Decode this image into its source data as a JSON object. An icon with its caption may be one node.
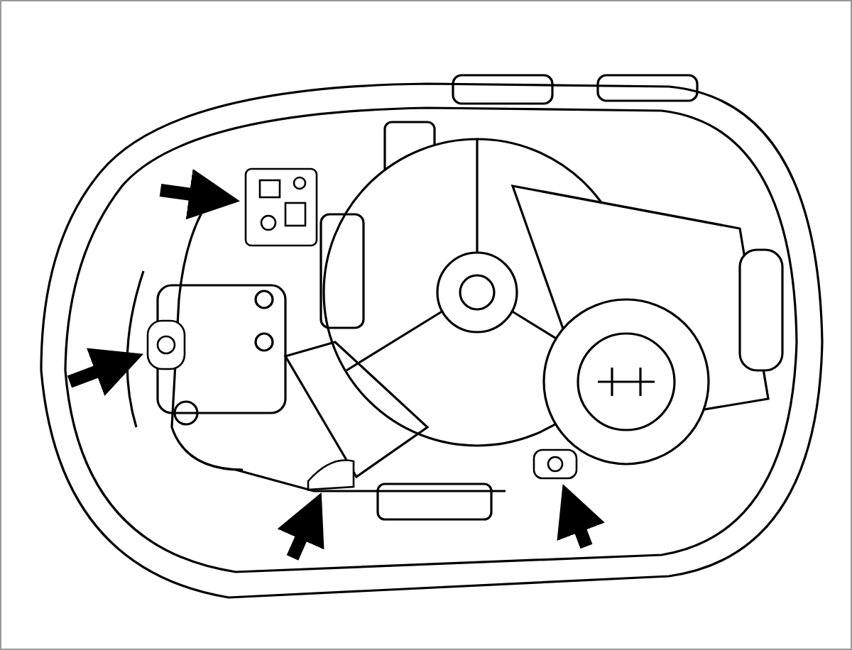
{
  "diagram": {
    "nodes": [
      {
        "text": [],
        "shape": "picture"
      },
      {
        "text": [],
        "shape": "picture",
        "in": 0
      },
      {
        "text": [],
        "shape": "picture",
        "in": 0
      },
      {
        "text": [],
        "shape": "picture",
        "in": 0
      },
      {
        "text": [],
        "shape": "picture",
        "in": 0
      }
    ],
    "edges": [
      {
        "from": null,
        "to": 1,
        "arrow": "to"
      },
      {
        "from": null,
        "to": 2,
        "arrow": "to"
      },
      {
        "from": null,
        "to": 3,
        "arrow": "to"
      },
      {
        "from": null,
        "to": 4,
        "arrow": "to"
      }
    ]
  }
}
